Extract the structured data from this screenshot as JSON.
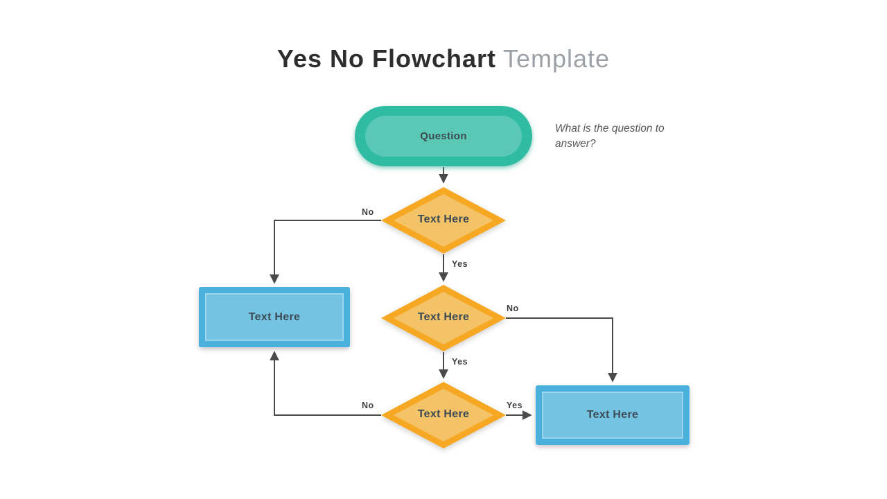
{
  "title": {
    "main": "Yes No Flowchart",
    "sub": "Template"
  },
  "annotation": {
    "text": "What is the question to answer?"
  },
  "nodes": {
    "start": {
      "label": "Question",
      "type": "terminator"
    },
    "decision1": {
      "label": "Text Here",
      "type": "decision"
    },
    "decision2": {
      "label": "Text Here",
      "type": "decision"
    },
    "decision3": {
      "label": "Text Here",
      "type": "decision"
    },
    "process_left": {
      "label": "Text Here",
      "type": "process"
    },
    "process_right": {
      "label": "Text Here",
      "type": "process"
    }
  },
  "edges": [
    {
      "from": "start",
      "to": "decision1",
      "label": ""
    },
    {
      "from": "decision1",
      "to": "process_left",
      "label": "No"
    },
    {
      "from": "decision1",
      "to": "decision2",
      "label": "Yes"
    },
    {
      "from": "decision2",
      "to": "process_right",
      "label": "No"
    },
    {
      "from": "decision2",
      "to": "decision3",
      "label": "Yes"
    },
    {
      "from": "decision3",
      "to": "process_left",
      "label": "No"
    },
    {
      "from": "decision3",
      "to": "process_right",
      "label": "Yes"
    }
  ],
  "edge_labels": {
    "d1_no": "No",
    "d1_yes": "Yes",
    "d2_no": "No",
    "d2_yes": "Yes",
    "d3_no": "No",
    "d3_yes": "Yes"
  },
  "colors": {
    "teal": "#30BCA2",
    "teal_light": "#5AC8B4",
    "orange": "#F7A823",
    "orange_light": "#F4C367",
    "blue_border": "#4AB0DC",
    "blue_fill": "#74C3E3",
    "blue_inner_line": "#9AD6EE",
    "line": "#4A4A4A",
    "node_text": "#3C4A54",
    "title_main": "#2E2E2E",
    "title_sub": "#9DA1A5",
    "annotation": "#575757"
  }
}
